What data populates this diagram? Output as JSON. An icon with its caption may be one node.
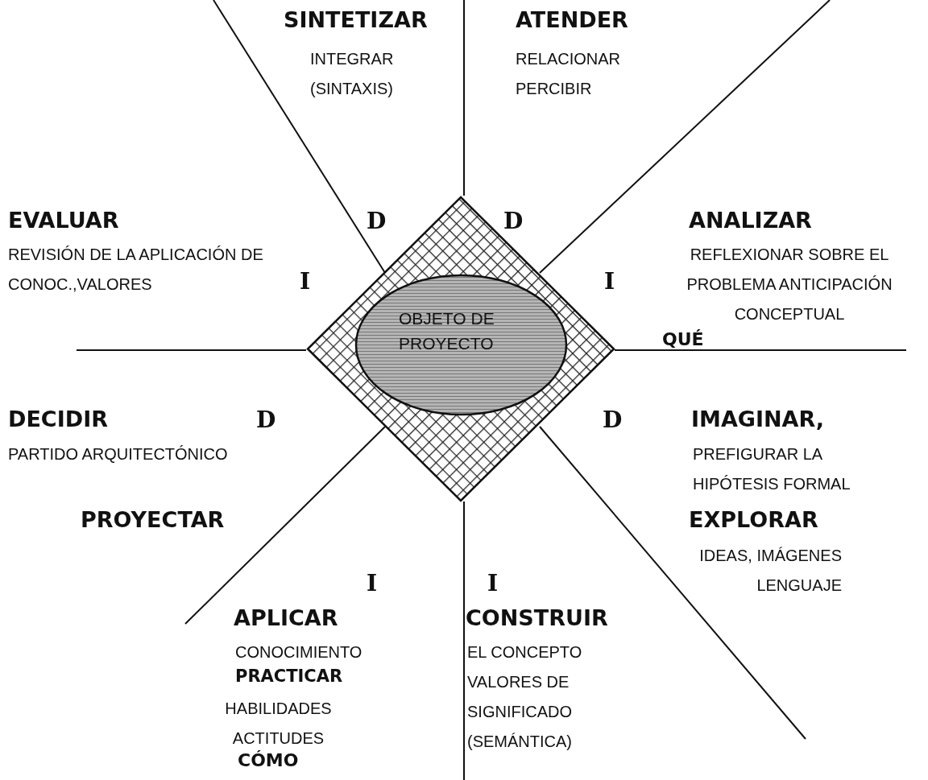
{
  "diagram": {
    "nodes": [
      {
        "text": [],
        "shape": "diamond"
      },
      {
        "text": [
          "OBJETO DE PROYECTO"
        ],
        "in": 0
      }
    ],
    "labels": [
      "SINTETIZAR",
      "INTEGRAR (SINTAXIS)",
      "ATENDER",
      "RELACIONAR PERCIBIR",
      "EVALUAR",
      "REVISIÓN DE LA APLICACIÓN DE CONOC.,VALORES",
      "D",
      "D",
      "ANALIZAR",
      "REFLEXIONAR SOBRE EL PROBLEMA ANTICIPACIÓN CONCEPTUAL",
      "I",
      "I",
      "QUÉ",
      "DECIDIR",
      "D",
      "PARTIDO ARQUITECTÓNICO",
      "D",
      "IMAGINAR,",
      "PREFIGURAR LA HIPÓTESIS FORMAL",
      "PROYECTAR",
      "EXPLORAR",
      "IDEAS, IMÁGENES LENGUAJE",
      "I",
      "I",
      "APLICAR",
      "CONOCIMIENTO",
      "PRACTICAR",
      "HABILIDADES ACTITUDES",
      "CÓMO",
      "CONSTRUIR",
      "EL CONCEPTO VALORES DE SIGNIFICADO (SEMÁNTICA)"
    ]
  }
}
